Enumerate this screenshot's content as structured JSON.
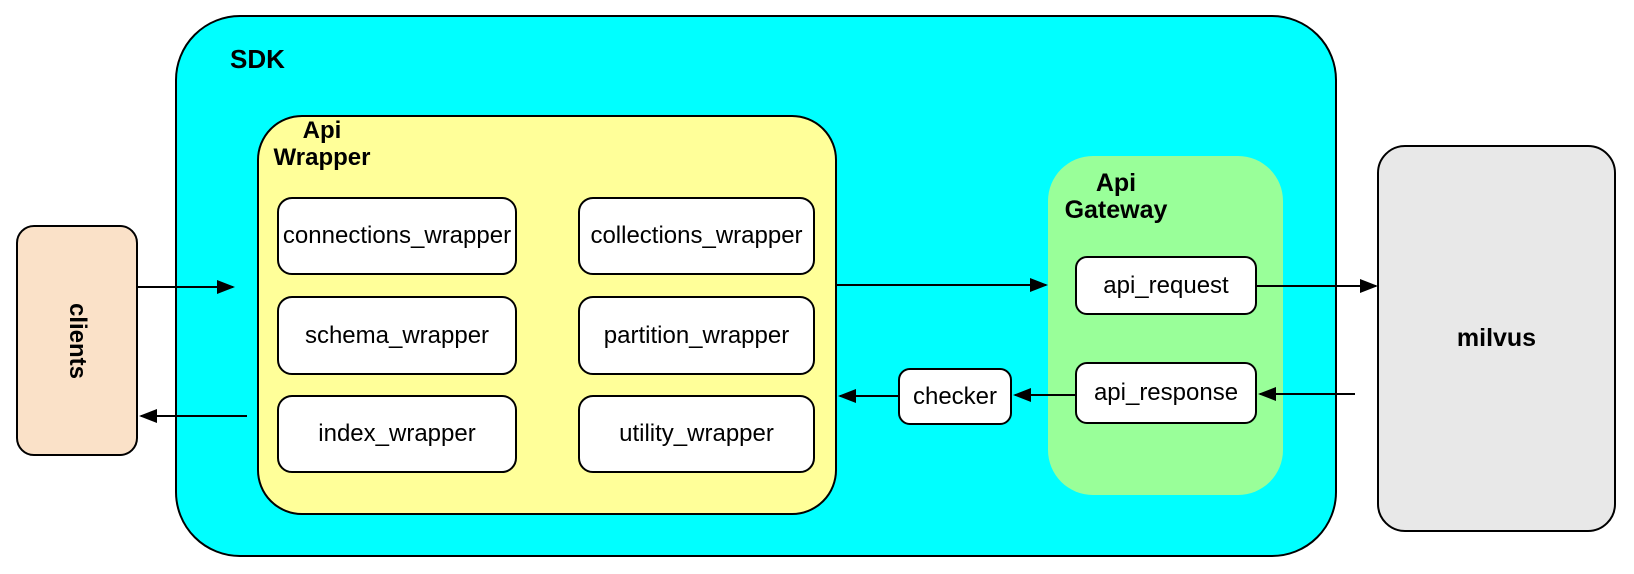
{
  "diagram": {
    "nodes": {
      "clients": {
        "label": "clients"
      },
      "sdk": {
        "label": "SDK"
      },
      "api_wrapper": {
        "label_line1": "Api",
        "label_line2": "Wrapper"
      },
      "api_gateway": {
        "label_line1": "Api",
        "label_line2": "Gateway"
      },
      "milvus": {
        "label": "milvus"
      },
      "checker": {
        "label": "checker"
      },
      "wrapper_modules": [
        "connections_wrapper",
        "collections_wrapper",
        "schema_wrapper",
        "partition_wrapper",
        "index_wrapper",
        "utility_wrapper"
      ],
      "gateway_modules": [
        "api_request",
        "api_response"
      ]
    },
    "edges": [
      {
        "from": "clients",
        "to": "sdk"
      },
      {
        "from": "api_wrapper",
        "to": "api_gateway"
      },
      {
        "from": "api_request",
        "to": "milvus"
      },
      {
        "from": "milvus",
        "to": "api_response"
      },
      {
        "from": "api_response",
        "to": "checker"
      },
      {
        "from": "checker",
        "to": "api_wrapper"
      },
      {
        "from": "sdk",
        "to": "clients"
      }
    ],
    "colors": {
      "sdk_fill": "#00ffff",
      "api_wrapper_fill": "#ffff99",
      "api_gateway_fill": "#99ff99",
      "clients_fill": "#fae1c8",
      "milvus_fill": "#e8e8e8",
      "module_fill": "#ffffff",
      "border": "#000000",
      "arrow": "#000000"
    }
  }
}
